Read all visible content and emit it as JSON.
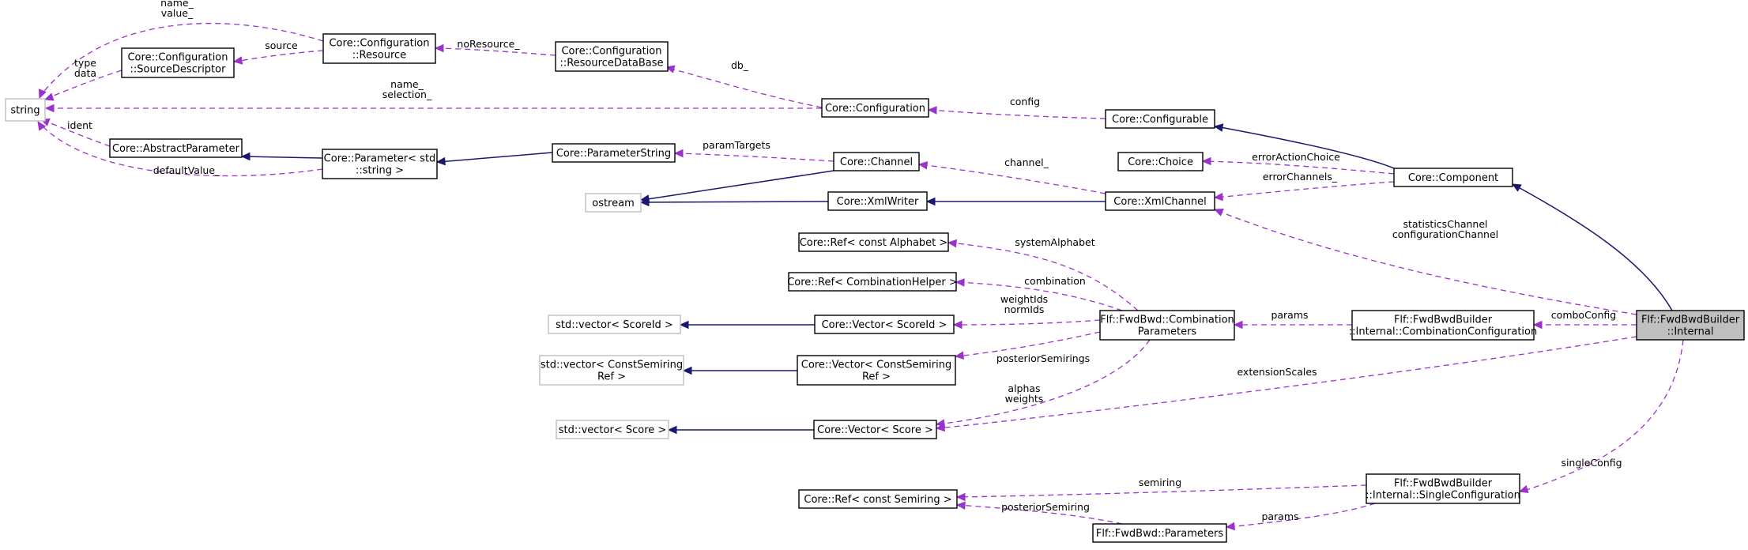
{
  "nodes": [
    {
      "id": "string",
      "lines": [
        "string"
      ],
      "kind": "external"
    },
    {
      "id": "cfg_resource",
      "lines": [
        "Core::Configuration",
        "::Resource"
      ],
      "kind": "class"
    },
    {
      "id": "cfg_sourcedesc",
      "lines": [
        "Core::Configuration",
        "::SourceDescriptor"
      ],
      "kind": "class"
    },
    {
      "id": "cfg_resourcedb",
      "lines": [
        "Core::Configuration",
        "::ResourceDataBase"
      ],
      "kind": "class"
    },
    {
      "id": "configuration",
      "lines": [
        "Core::Configuration"
      ],
      "kind": "class"
    },
    {
      "id": "configurable",
      "lines": [
        "Core::Configurable"
      ],
      "kind": "class"
    },
    {
      "id": "abstract_param",
      "lines": [
        "Core::AbstractParameter"
      ],
      "kind": "class"
    },
    {
      "id": "param_string_t",
      "lines": [
        "Core::Parameter< std",
        "::string >"
      ],
      "kind": "class"
    },
    {
      "id": "parameter_string",
      "lines": [
        "Core::ParameterString"
      ],
      "kind": "class"
    },
    {
      "id": "channel",
      "lines": [
        "Core::Channel"
      ],
      "kind": "class"
    },
    {
      "id": "choice",
      "lines": [
        "Core::Choice"
      ],
      "kind": "class"
    },
    {
      "id": "component",
      "lines": [
        "Core::Component"
      ],
      "kind": "class"
    },
    {
      "id": "ostream",
      "lines": [
        "ostream"
      ],
      "kind": "external"
    },
    {
      "id": "xmlwriter",
      "lines": [
        "Core::XmlWriter"
      ],
      "kind": "class"
    },
    {
      "id": "xmlchannel",
      "lines": [
        "Core::XmlChannel"
      ],
      "kind": "class"
    },
    {
      "id": "ref_alphabet",
      "lines": [
        "Core::Ref< const Alphabet >"
      ],
      "kind": "class"
    },
    {
      "id": "ref_combhelper",
      "lines": [
        "Core::Ref< CombinationHelper >"
      ],
      "kind": "class"
    },
    {
      "id": "stdvec_scoreid",
      "lines": [
        "std::vector< ScoreId >"
      ],
      "kind": "external"
    },
    {
      "id": "vec_scoreid",
      "lines": [
        "Core::Vector< ScoreId >"
      ],
      "kind": "class"
    },
    {
      "id": "comb_params",
      "lines": [
        "Flf::FwdBwd::Combination",
        "Parameters"
      ],
      "kind": "class"
    },
    {
      "id": "comb_config",
      "lines": [
        "Flf::FwdBwdBuilder",
        "::Internal::CombinationConfiguration"
      ],
      "kind": "class"
    },
    {
      "id": "internal",
      "lines": [
        "Flf::FwdBwdBuilder",
        "::Internal"
      ],
      "kind": "focus"
    },
    {
      "id": "stdvec_semiring",
      "lines": [
        "std::vector< ConstSemiring",
        "Ref >"
      ],
      "kind": "external"
    },
    {
      "id": "vec_semiring",
      "lines": [
        "Core::Vector< ConstSemiring",
        "Ref >"
      ],
      "kind": "class"
    },
    {
      "id": "stdvec_score",
      "lines": [
        "std::vector< Score >"
      ],
      "kind": "external"
    },
    {
      "id": "vec_score",
      "lines": [
        "Core::Vector< Score >"
      ],
      "kind": "class"
    },
    {
      "id": "ref_semiring",
      "lines": [
        "Core::Ref< const Semiring >"
      ],
      "kind": "class"
    },
    {
      "id": "single_config",
      "lines": [
        "Flf::FwdBwdBuilder",
        "::Internal::SingleConfiguration"
      ],
      "kind": "class"
    },
    {
      "id": "fb_params",
      "lines": [
        "Flf::FwdBwd::Parameters"
      ],
      "kind": "class"
    }
  ],
  "edges": [
    {
      "from": "cfg_resource",
      "to": "string",
      "type": "usage",
      "label": [
        "name_",
        "value_"
      ]
    },
    {
      "from": "cfg_sourcedesc",
      "to": "string",
      "type": "usage",
      "label": [
        "type",
        "data"
      ]
    },
    {
      "from": "configuration",
      "to": "string",
      "type": "usage",
      "label": [
        "name_",
        "selection_"
      ]
    },
    {
      "from": "abstract_param",
      "to": "string",
      "type": "usage",
      "label": [
        "ident"
      ]
    },
    {
      "from": "param_string_t",
      "to": "string",
      "type": "usage",
      "label": [
        "defaultValue_"
      ]
    },
    {
      "from": "cfg_resource",
      "to": "cfg_sourcedesc",
      "type": "usage",
      "label": [
        "source"
      ]
    },
    {
      "from": "cfg_resourcedb",
      "to": "cfg_resource",
      "type": "usage",
      "label": [
        "noResource_"
      ]
    },
    {
      "from": "configuration",
      "to": "cfg_resourcedb",
      "type": "usage",
      "label": [
        "db_"
      ]
    },
    {
      "from": "configurable",
      "to": "configuration",
      "type": "usage",
      "label": [
        "config"
      ]
    },
    {
      "from": "param_string_t",
      "to": "abstract_param",
      "type": "inherit",
      "label": []
    },
    {
      "from": "parameter_string",
      "to": "param_string_t",
      "type": "inherit",
      "label": []
    },
    {
      "from": "channel",
      "to": "parameter_string",
      "type": "usage",
      "label": [
        "paramTargets"
      ]
    },
    {
      "from": "channel",
      "to": "ostream",
      "type": "inherit",
      "label": []
    },
    {
      "from": "xmlwriter",
      "to": "ostream",
      "type": "inherit",
      "label": []
    },
    {
      "from": "xmlchannel",
      "to": "xmlwriter",
      "type": "inherit",
      "label": []
    },
    {
      "from": "xmlchannel",
      "to": "channel",
      "type": "usage",
      "label": [
        "channel_"
      ]
    },
    {
      "from": "component",
      "to": "configurable",
      "type": "inherit",
      "label": []
    },
    {
      "from": "component",
      "to": "choice",
      "type": "usage",
      "label": [
        "errorActionChoice"
      ]
    },
    {
      "from": "component",
      "to": "xmlchannel",
      "type": "usage",
      "label": [
        "errorChannels_"
      ]
    },
    {
      "from": "internal",
      "to": "component",
      "type": "inherit",
      "label": []
    },
    {
      "from": "internal",
      "to": "xmlchannel",
      "type": "usage",
      "label": [
        "statisticsChannel",
        "configurationChannel"
      ]
    },
    {
      "from": "comb_params",
      "to": "ref_alphabet",
      "type": "usage",
      "label": [
        "systemAlphabet"
      ]
    },
    {
      "from": "comb_params",
      "to": "ref_combhelper",
      "type": "usage",
      "label": [
        "combination"
      ]
    },
    {
      "from": "comb_params",
      "to": "vec_scoreid",
      "type": "usage",
      "label": [
        "weightIds",
        "normIds"
      ]
    },
    {
      "from": "comb_params",
      "to": "vec_semiring",
      "type": "usage",
      "label": [
        "posteriorSemirings"
      ]
    },
    {
      "from": "comb_params",
      "to": "vec_score",
      "type": "usage",
      "label": [
        "alphas",
        "weights"
      ]
    },
    {
      "from": "vec_scoreid",
      "to": "stdvec_scoreid",
      "type": "inherit",
      "label": []
    },
    {
      "from": "vec_semiring",
      "to": "stdvec_semiring",
      "type": "inherit",
      "label": []
    },
    {
      "from": "vec_score",
      "to": "stdvec_score",
      "type": "inherit",
      "label": []
    },
    {
      "from": "comb_config",
      "to": "comb_params",
      "type": "usage",
      "label": [
        "params"
      ]
    },
    {
      "from": "internal",
      "to": "comb_config",
      "type": "usage",
      "label": [
        "comboConfig"
      ]
    },
    {
      "from": "internal",
      "to": "vec_score",
      "type": "usage",
      "label": [
        "extensionScales"
      ]
    },
    {
      "from": "internal",
      "to": "single_config",
      "type": "usage",
      "label": [
        "singleConfig"
      ]
    },
    {
      "from": "single_config",
      "to": "ref_semiring",
      "type": "usage",
      "label": [
        "semiring"
      ]
    },
    {
      "from": "single_config",
      "to": "fb_params",
      "type": "usage",
      "label": [
        "params"
      ]
    },
    {
      "from": "fb_params",
      "to": "ref_semiring",
      "type": "usage",
      "label": [
        "posteriorSemiring"
      ]
    }
  ]
}
